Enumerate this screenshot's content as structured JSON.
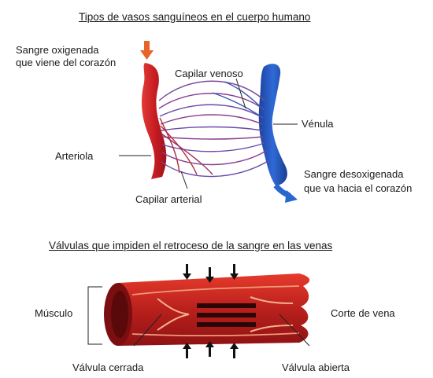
{
  "top": {
    "title": "Tipos de vasos sanguíneos en el cuerpo humano",
    "labels": {
      "oxygenated_line1": "Sangre oxigenada",
      "oxygenated_line2": "que viene del corazón",
      "capillary_venous": "Capilar venoso",
      "venule": "Vénula",
      "arteriole": "Arteriola",
      "deoxygenated_line1": "Sangre desoxigenada",
      "deoxygenated_line2": "que va hacia el corazón",
      "capillary_arterial": "Capilar arterial"
    }
  },
  "bottom": {
    "title": "Válvulas que impiden el retroceso de la sangre en las venas",
    "labels": {
      "muscle": "Músculo",
      "vein_section": "Corte de vena",
      "closed_valve": "Válvula cerrada",
      "open_valve": "Válvula abierta"
    }
  },
  "colors": {
    "artery": "#d7262b",
    "vein": "#1f4fb0",
    "capillary": "#7a4a9a",
    "arrow_in": "#e8632a",
    "muscle": "#8b1414",
    "vein_wall": "#c2241f"
  }
}
